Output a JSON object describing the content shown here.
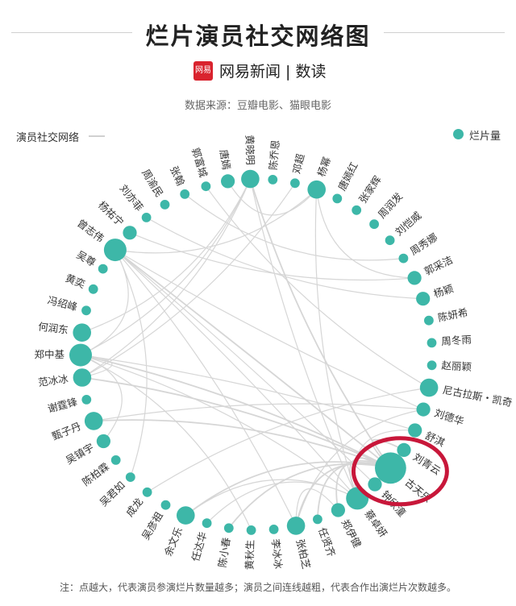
{
  "header": {
    "title": "烂片演员社交网络图",
    "logo_text": "网易",
    "brand": "网易新闻 | 数读",
    "source": "数据来源：豆瓣电影、猫眼电影"
  },
  "legend": {
    "network": "演员社交网络",
    "node_size": "烂片量"
  },
  "footnote": "注：点越大，代表演员参演烂片数量越多；演员之间连线越粗，代表合作出演烂片次数越多。",
  "colors": {
    "node": "#3db7a8",
    "edge": "#d6d6d6",
    "highlight": "#c8173a"
  },
  "nodes": [
    {
      "name": "黄晓明",
      "size": 3
    },
    {
      "name": "陈乔恩",
      "size": 1
    },
    {
      "name": "邓超",
      "size": 1
    },
    {
      "name": "杨幂",
      "size": 3
    },
    {
      "name": "唐嫣红",
      "size": 1
    },
    {
      "name": "张家辉",
      "size": 1
    },
    {
      "name": "周润发",
      "size": 1
    },
    {
      "name": "刘恺威",
      "size": 1
    },
    {
      "name": "周秀娜",
      "size": 1
    },
    {
      "name": "郭采洁",
      "size": 2
    },
    {
      "name": "杨颖",
      "size": 2
    },
    {
      "name": "陈妍希",
      "size": 1
    },
    {
      "name": "周冬雨",
      "size": 1
    },
    {
      "name": "赵丽颖",
      "size": 1
    },
    {
      "name": "尼古拉斯・凯奇",
      "size": 3
    },
    {
      "name": "刘德华",
      "size": 2
    },
    {
      "name": "舒淇",
      "size": 2
    },
    {
      "name": "刘青云",
      "size": 2
    },
    {
      "name": "古天乐",
      "size": 6
    },
    {
      "name": "钟欣潼",
      "size": 2
    },
    {
      "name": "蔡卓妍",
      "size": 4
    },
    {
      "name": "郑伊健",
      "size": 2
    },
    {
      "name": "任贤齐",
      "size": 1
    },
    {
      "name": "张柏芝",
      "size": 3
    },
    {
      "name": "李冰冰",
      "size": 1
    },
    {
      "name": "黄秋生",
      "size": 1
    },
    {
      "name": "陈小春",
      "size": 1
    },
    {
      "name": "任达华",
      "size": 1
    },
    {
      "name": "余文乐",
      "size": 3
    },
    {
      "name": "吴彦祖",
      "size": 1
    },
    {
      "name": "成龙",
      "size": 1
    },
    {
      "name": "吴君如",
      "size": 1
    },
    {
      "name": "陈柏霖",
      "size": 1
    },
    {
      "name": "吴镇宇",
      "size": 2
    },
    {
      "name": "甄子丹",
      "size": 3
    },
    {
      "name": "谢霆锋",
      "size": 1
    },
    {
      "name": "范冰冰",
      "size": 3
    },
    {
      "name": "郑中基",
      "size": 4
    },
    {
      "name": "何润东",
      "size": 3
    },
    {
      "name": "冯绍峰",
      "size": 1
    },
    {
      "name": "黄奕",
      "size": 1
    },
    {
      "name": "吴尊",
      "size": 1
    },
    {
      "name": "曾志伟",
      "size": 4
    },
    {
      "name": "杨祐宁",
      "size": 2
    },
    {
      "name": "刘亦菲",
      "size": 1
    },
    {
      "name": "周渝民",
      "size": 1
    },
    {
      "name": "张翰",
      "size": 1
    },
    {
      "name": "郭富城",
      "size": 1
    },
    {
      "name": "唐嫣",
      "size": 2
    }
  ],
  "edges": [
    [
      0,
      37
    ],
    [
      0,
      20
    ],
    [
      0,
      18
    ],
    [
      0,
      36
    ],
    [
      3,
      42
    ],
    [
      3,
      9
    ],
    [
      3,
      20
    ],
    [
      18,
      23
    ],
    [
      18,
      37
    ],
    [
      18,
      20
    ],
    [
      18,
      21
    ],
    [
      18,
      28
    ],
    [
      18,
      17
    ],
    [
      18,
      42
    ],
    [
      18,
      36
    ],
    [
      15,
      42
    ],
    [
      15,
      23
    ],
    [
      16,
      20
    ],
    [
      16,
      37
    ],
    [
      20,
      42
    ],
    [
      20,
      37
    ],
    [
      21,
      23
    ],
    [
      23,
      42
    ],
    [
      33,
      37
    ],
    [
      34,
      18
    ],
    [
      34,
      15
    ],
    [
      36,
      37
    ],
    [
      37,
      42
    ],
    [
      38,
      0
    ],
    [
      43,
      9
    ],
    [
      44,
      10
    ],
    [
      46,
      8
    ],
    [
      48,
      3
    ],
    [
      47,
      14
    ],
    [
      28,
      20
    ],
    [
      31,
      42
    ],
    [
      30,
      14
    ],
    [
      2,
      36
    ],
    [
      22,
      18
    ],
    [
      19,
      42
    ],
    [
      25,
      37
    ],
    [
      26,
      18
    ],
    [
      27,
      20
    ]
  ]
}
